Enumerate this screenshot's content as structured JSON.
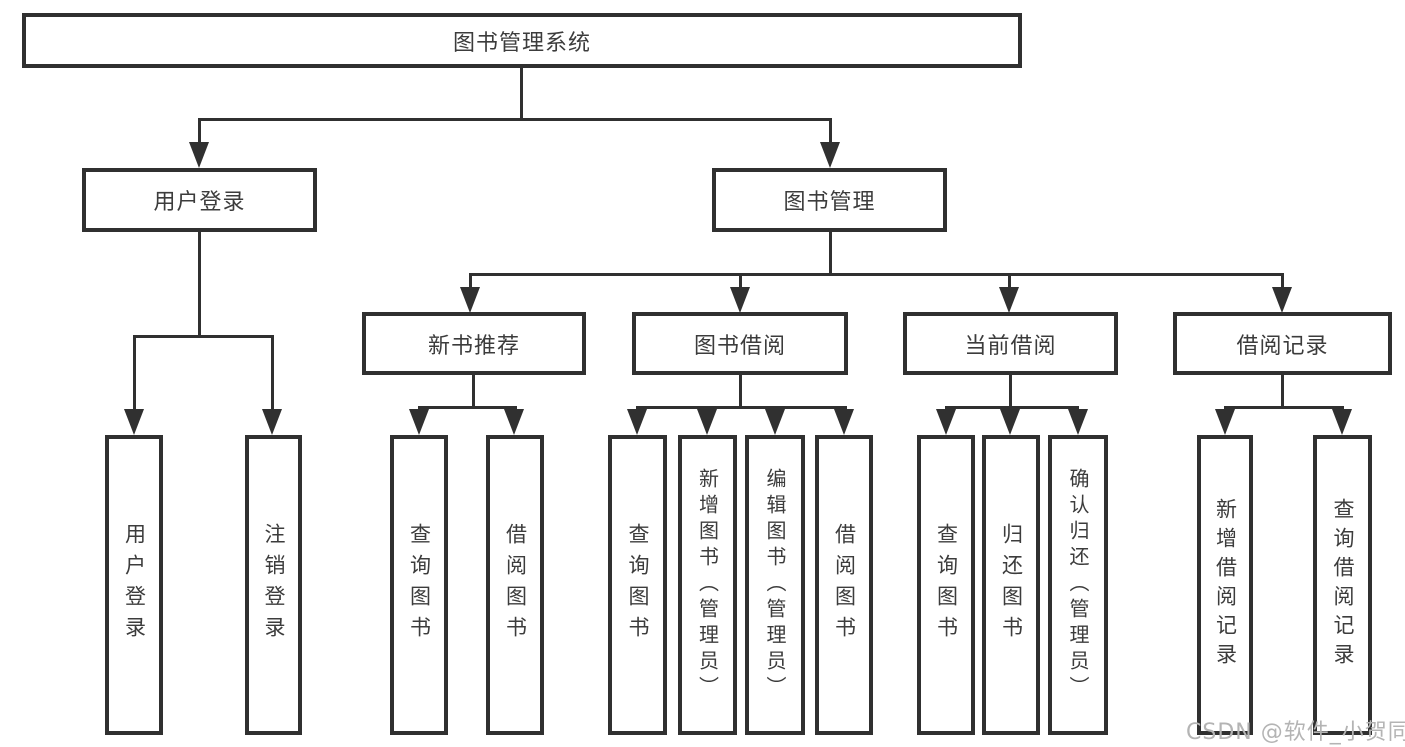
{
  "nodes": {
    "root": "图书管理系统",
    "user_login": "用户登录",
    "book_mgmt": "图书管理",
    "new_book_rec": "新书推荐",
    "book_borrow": "图书借阅",
    "current_borrow": "当前借阅",
    "borrow_records": "借阅记录",
    "ul_login": "用户登录",
    "ul_logout": "注销登录",
    "nb_query": "查询图书",
    "nb_borrow": "借阅图书",
    "bb_query": "查询图书",
    "bb_add": "新增图书（管理员）",
    "bb_edit": "编辑图书（管理员）",
    "bb_borrow": "借阅图书",
    "cb_query": "查询图书",
    "cb_return": "归还图书",
    "cb_confirm": "确认归还（管理员）",
    "br_add": "新增借阅记录",
    "br_query": "查询借阅记录"
  },
  "watermark": "CSDN @软件_小贺同学",
  "colors": {
    "line": "#303030",
    "text": "#3c3c3c",
    "watermark": "#b4b4b4",
    "background": "#ffffff"
  }
}
